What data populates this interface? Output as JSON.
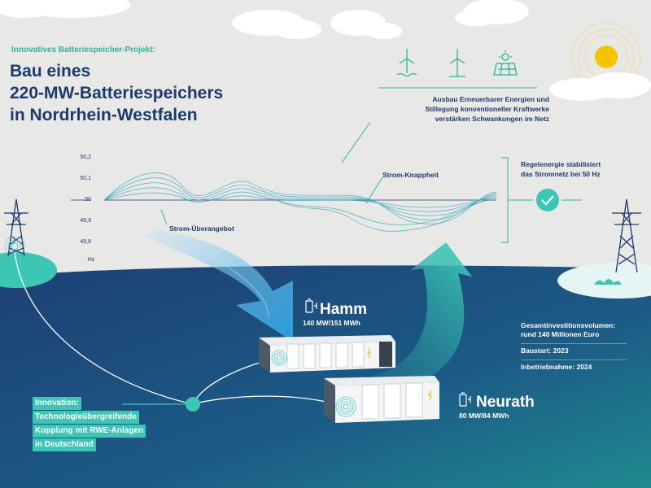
{
  "kicker": "Innovatives Batteriespeicher-Projekt:",
  "title": [
    "Bau eines",
    "220-MW-Batteriespeichers",
    "in Nordrhein-Westfalen"
  ],
  "frequency_axis": {
    "ticks": [
      "50,2",
      "50,1",
      "50",
      "49,9",
      "49,8"
    ],
    "unit": "Hz"
  },
  "labels": {
    "surplus": "Strom-Überangebot",
    "shortage": "Strom-Knappheit",
    "renewables": [
      "Ausbau Erneuerbarer Energien und",
      "Stillegung konventioneller Kraftwerke",
      "verstärken Schwankungen im Netz"
    ],
    "balancing": [
      "Regelenergie stabilisiert",
      "das Stromnetz bei 50 Hz"
    ]
  },
  "sites": {
    "hamm": {
      "name": "Hamm",
      "capacity": "140 MW/151 MWh"
    },
    "neurath": {
      "name": "Neurath",
      "capacity": "80 MW/84 MWh"
    }
  },
  "facts": [
    [
      "Gesamtinvestitionsvolumen:",
      "rund 140 Millionen Euro"
    ],
    [
      "Baustart: 2023"
    ],
    [
      "Inbetriebnahme: 2024"
    ]
  ],
  "innovation": [
    "Innovation:",
    "Technologieübergreifende",
    "Kopplung mit RWE-Anlagen",
    "in Deutschland"
  ],
  "icons": [
    "wind-turbine-offshore-icon",
    "wind-turbine-icon",
    "solar-panel-icon",
    "sun-icon",
    "checkmark-icon",
    "battery-plug-icon",
    "power-pylon-icon"
  ],
  "colors": {
    "navy": "#1c3a6b",
    "teal": "#3cc7b4",
    "dark_blue": "#1d3f73",
    "sky": "#e8e8e6"
  }
}
